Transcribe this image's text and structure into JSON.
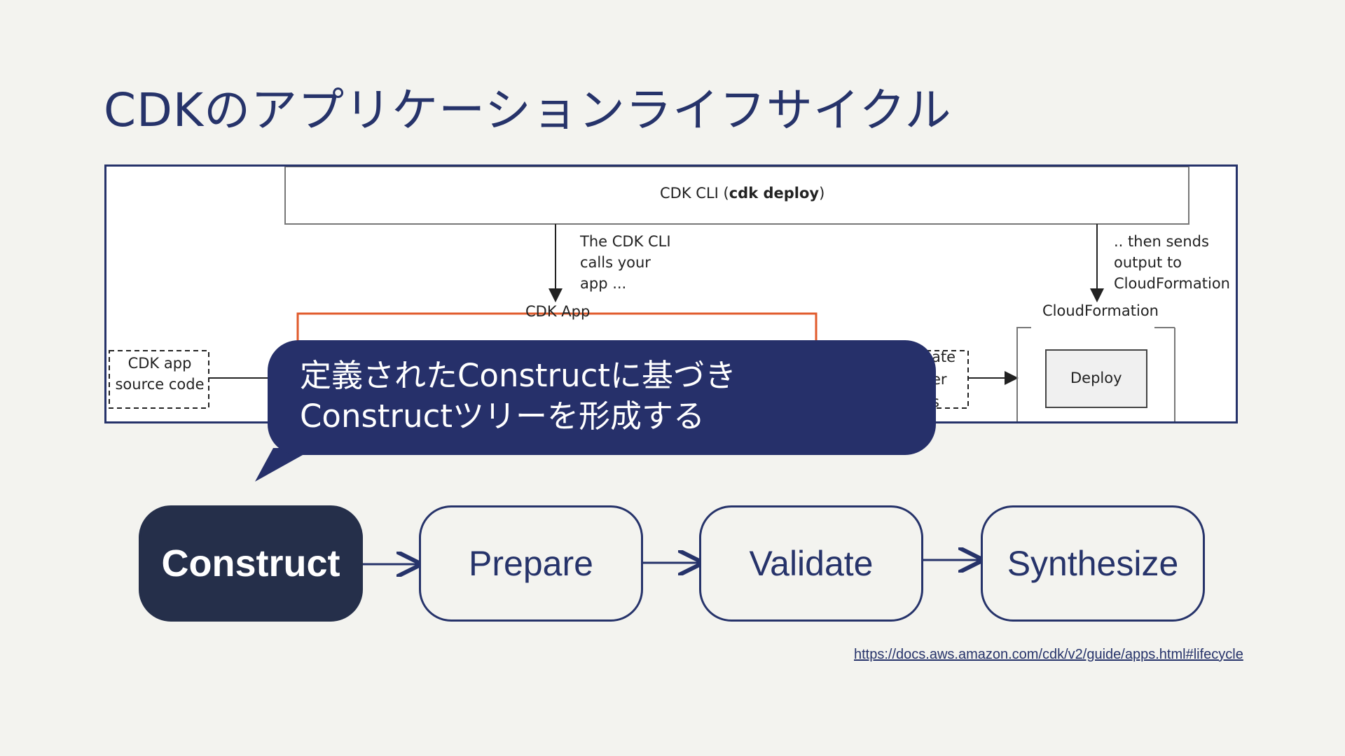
{
  "title": "CDKのアプリケーションライフサイクル",
  "diagram": {
    "cli_label_prefix": "CDK CLI (",
    "cli_label_bold": "cdk deploy",
    "cli_label_suffix": ")",
    "calls_app": "The CDK CLI\ncalls your\napp ...",
    "sends_output": ".. then sends\noutput to\nCloudFormation",
    "cdk_app_label": "CDK App",
    "source_code": "CDK app\nsource code",
    "cloudformation_label": "CloudFormation",
    "deploy_label": "Deploy",
    "partial_text": "ate\ner\ns"
  },
  "callout": {
    "text": "定義されたConstructに基づき\nConstructツリーを形成する"
  },
  "steps": [
    {
      "label": "Construct",
      "active": true
    },
    {
      "label": "Prepare",
      "active": false
    },
    {
      "label": "Validate",
      "active": false
    },
    {
      "label": "Synthesize",
      "active": false
    }
  ],
  "source_url": "https://docs.aws.amazon.com/cdk/v2/guide/apps.html#lifecycle",
  "colors": {
    "navy": "#26336a",
    "dark": "#252f4a",
    "orange": "#e05a2b",
    "background": "#f3f3ef"
  }
}
